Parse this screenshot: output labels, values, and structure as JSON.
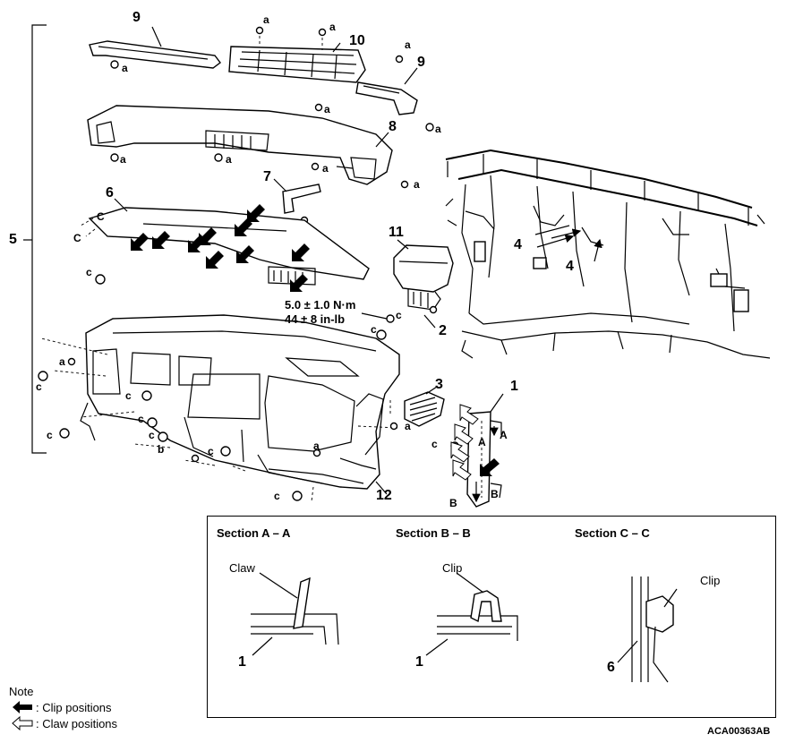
{
  "parts": {
    "p1": "1",
    "p1b": "1",
    "p2": "2",
    "p3": "3",
    "p4a": "4",
    "p4b": "4",
    "p5": "5",
    "p6": "6",
    "p7": "7",
    "p8": "8",
    "p9a": "9",
    "p9b": "9",
    "p10": "10",
    "p11": "11",
    "p12": "12"
  },
  "fasteners": {
    "a": "a",
    "b": "b",
    "c": "c"
  },
  "section_marks": {
    "A": "A",
    "B": "B",
    "C": "C"
  },
  "torque": {
    "metric": "5.0 ± 1.0 N·m",
    "imperial": "44 ± 8 in-lb"
  },
  "sections": {
    "aa": {
      "title": "Section A – A",
      "callout": "Claw",
      "part": "1"
    },
    "bb": {
      "title": "Section B – B",
      "callout": "Clip",
      "part": "1"
    },
    "cc": {
      "title": "Section C – C",
      "callout": "Clip",
      "part": "6"
    }
  },
  "note": {
    "heading": "Note",
    "clip": ": Clip positions",
    "claw": ": Claw positions"
  },
  "figure_code": "ACA00363AB"
}
